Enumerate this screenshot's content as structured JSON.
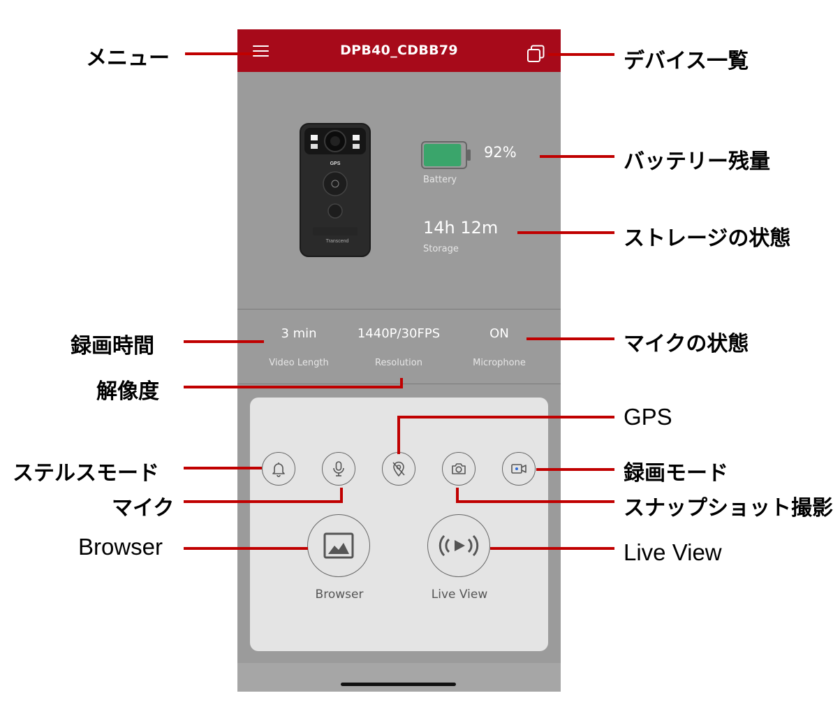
{
  "app": {
    "device_name": "DPB40_CDBB79",
    "colors": {
      "header": "#a70a1a",
      "battery_fill": "#3aa56b",
      "annotation_line": "#c00000"
    }
  },
  "status": {
    "battery_percent": "92%",
    "battery_level": 0.92,
    "battery_label": "Battery",
    "storage_value": "14h 12m",
    "storage_label": "Storage"
  },
  "camera_image": {
    "brand_text": "Transcend",
    "gps_text": "GPS"
  },
  "settings": [
    {
      "value": "3 min",
      "label": "Video Length"
    },
    {
      "value": "1440P/30FPS",
      "label": "Resolution"
    },
    {
      "value": "ON",
      "label": "Microphone"
    }
  ],
  "controls": {
    "icons": [
      "bell-icon",
      "microphone-icon",
      "gps-off-icon",
      "camera-icon",
      "video-record-icon"
    ],
    "browser_label": "Browser",
    "live_view_label": "Live View"
  },
  "annotations": {
    "menu": "メニュー",
    "device_list": "デバイス一覧",
    "battery": "バッテリー残量",
    "storage": "ストレージの状態",
    "video_length": "録画時間",
    "microphone_status": "マイクの状態",
    "resolution": "解像度",
    "gps": "GPS",
    "stealth_mode": "ステルスモード",
    "record_mode": "録画モード",
    "mic": "マイク",
    "snapshot": "スナップショット撮影",
    "browser": "Browser",
    "live_view": "Live View"
  }
}
